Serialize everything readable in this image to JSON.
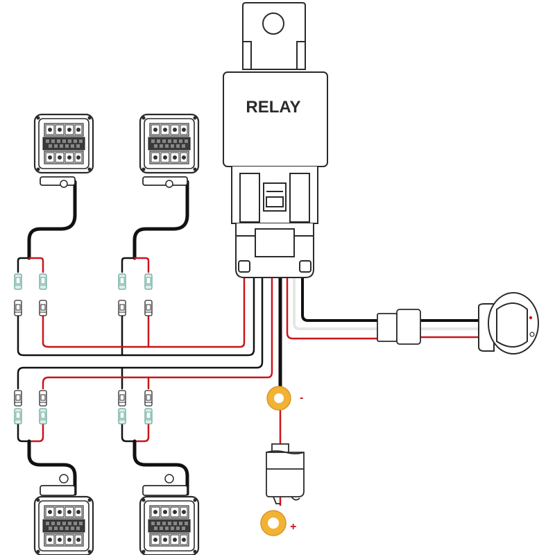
{
  "relay": {
    "label": "RELAY"
  },
  "terminals": {
    "negative": "-",
    "positive": "+"
  },
  "colors": {
    "wire_black": "#111111",
    "wire_red": "#c9151b",
    "wire_white": "#e6e6e6",
    "terminal_ring": "#f2b233",
    "connector_tint": "#a8d8cf",
    "outline": "#2a2a2a"
  },
  "components": {
    "lights": [
      "work-light",
      "work-light",
      "work-light",
      "work-light"
    ],
    "switch": "rocker-switch",
    "fuse": "inline-fuse-holder"
  }
}
